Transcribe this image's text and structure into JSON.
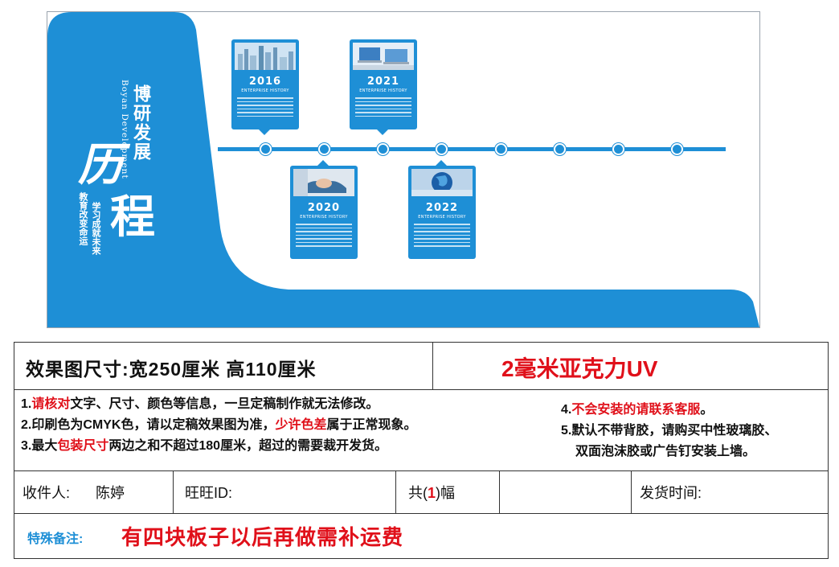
{
  "preview": {
    "title_cn": "博研发展",
    "title_en": "Boyan Development",
    "big_char_1": "历",
    "big_char_2": "程",
    "slogan_1": "学习成就未来",
    "slogan_2": "教育改变命运",
    "cards": [
      {
        "year": "2016",
        "subtitle": "ENTERPRISE HISTORY",
        "image": "city-skyline-photo"
      },
      {
        "year": "2020",
        "subtitle": "ENTERPRISE HISTORY",
        "image": "handshake-photo"
      },
      {
        "year": "2021",
        "subtitle": "ENTERPRISE HISTORY",
        "image": "laptop-photo"
      },
      {
        "year": "2022",
        "subtitle": "ENTERPRISE HISTORY",
        "image": "globe-photo"
      }
    ],
    "colors": {
      "brand_blue": "#1e8fd6",
      "accent_red": "#e0101a"
    }
  },
  "info": {
    "size_text": "效果图尺寸:宽250厘米  高110厘米",
    "material": "2毫米亚克力UV",
    "notes": {
      "n1_prefix": "1.",
      "n1_red": "请核对",
      "n1_rest": "文字、尺寸、颜色等信息，一旦定稿制作就无法修改。",
      "n2_prefix": "2.印刷色为CMYK色，请以定稿效果图为准，",
      "n2_red": "少许色差",
      "n2_rest": "属于正常现象。",
      "n3_prefix": "3.最大",
      "n3_red": "包装尺寸",
      "n3_rest": "两边之和不超过180厘米，超过的需要裁开发货。",
      "n4_prefix": "4.",
      "n4_red": "不会安装的请联系客服",
      "n4_rest": "。",
      "n5_line1": "5.默认不带背胶，请购买中性玻璃胶、",
      "n5_line2": "双面泡沫胶或广告钉安装上墙。"
    },
    "recipient_label": "收件人:",
    "recipient_name": "陈婷",
    "wangwang_label": "旺旺ID:",
    "count_prefix": "共(",
    "count_value": "1",
    "count_suffix": ")幅",
    "ship_time_label": "发货时间:",
    "special_label": "特殊备注:",
    "special_text": "有四块板子以后再做需补运费"
  }
}
